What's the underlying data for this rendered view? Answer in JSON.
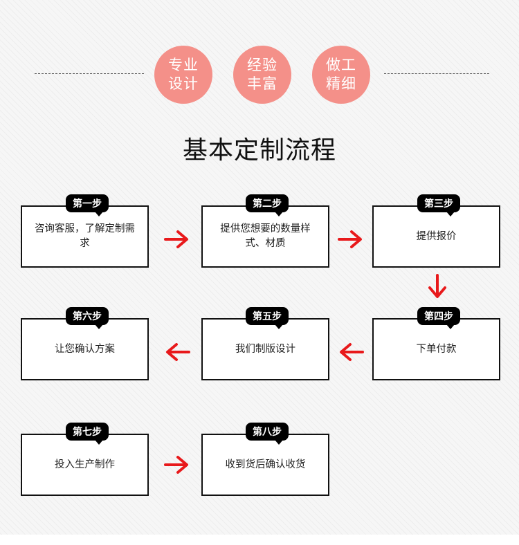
{
  "badges": [
    {
      "line1": "专业",
      "line2": "设计"
    },
    {
      "line1": "经验",
      "line2": "丰富"
    },
    {
      "line1": "做工",
      "line2": "精细"
    }
  ],
  "title": "基本定制流程",
  "steps": [
    {
      "label": "第一步",
      "text": "咨询客服，了解定制需求"
    },
    {
      "label": "第二步",
      "text": "提供您想要的数量样式、材质"
    },
    {
      "label": "第三步",
      "text": "提供报价"
    },
    {
      "label": "第四步",
      "text": "下单付款"
    },
    {
      "label": "第五步",
      "text": "我们制版设计"
    },
    {
      "label": "第六步",
      "text": "让您确认方案"
    },
    {
      "label": "第七步",
      "text": "投入生产制作"
    },
    {
      "label": "第八步",
      "text": "收到货后确认收货"
    }
  ],
  "colors": {
    "accent": "#f49089",
    "arrow": "#e8191b",
    "box_border": "#111111"
  }
}
